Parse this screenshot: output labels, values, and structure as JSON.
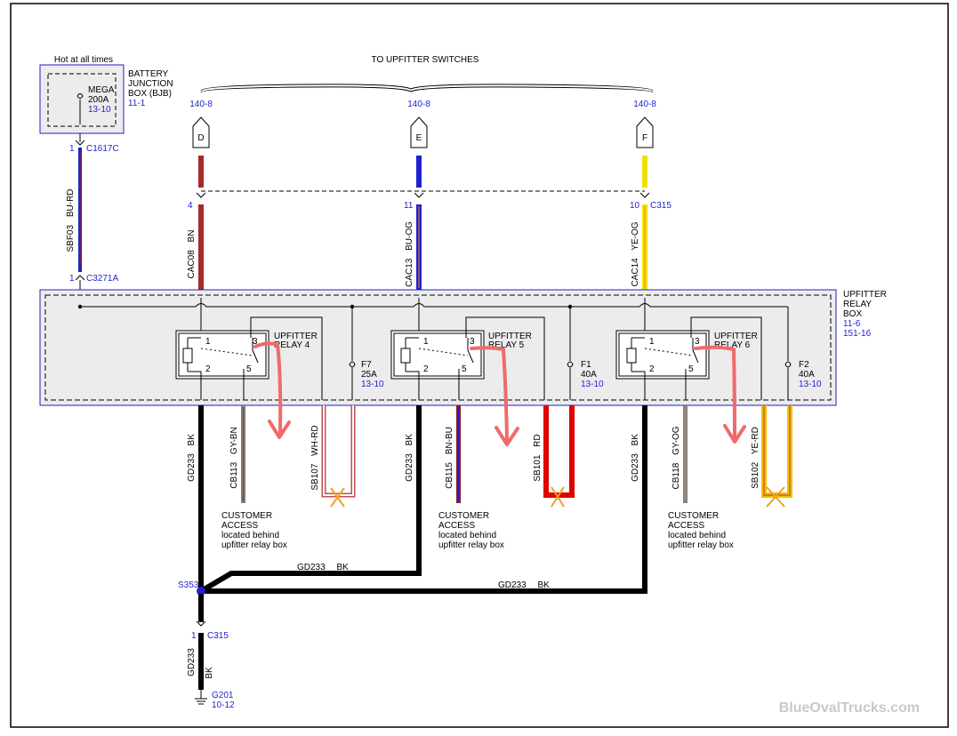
{
  "header": {
    "note": "Hot at all times",
    "switches": "TO UPFITTER SWITCHES"
  },
  "bjb": {
    "l1": "BATTERY",
    "l2": "JUNCTION",
    "l3": "BOX (BJB)",
    "ref": "11-1",
    "fuse1": "MEGA",
    "fuse2": "200A",
    "fuse_ref": "13-10"
  },
  "connectors": {
    "c1617c_pin": "1",
    "c1617c": "C1617C",
    "c3271a_pin": "1",
    "c3271a": "C3271A",
    "c315_pins": [
      "4",
      "11",
      "10"
    ],
    "c315": "C315",
    "c315_bottom_pin": "1",
    "c315_bottom": "C315",
    "splice": "S353",
    "ground": "G201",
    "ground_ref": "10-12"
  },
  "switch_refs": [
    "140-8",
    "140-8",
    "140-8"
  ],
  "switch_letters": [
    "D",
    "E",
    "F"
  ],
  "wires": {
    "sbf03": "SBF03",
    "sbf03_color": "BU-RD",
    "cac08": "CAC08",
    "cac08_color": "BN",
    "cac13": "CAC13",
    "cac13_color": "BU-OG",
    "cac14": "CAC14",
    "cac14_color": "YE-OG",
    "gd233": "GD233",
    "bk": "BK",
    "cb113": "CB113",
    "cb113_color": "GY-BN",
    "sb107": "SB107",
    "sb107_color": "WH-RD",
    "cb115": "CB115",
    "cb115_color": "BN-BU",
    "sb101": "SB101",
    "sb101_color": "RD",
    "cb118": "CB118",
    "cb118_color": "GY-OG",
    "sb102": "SB102",
    "sb102_color": "YE-RD",
    "gd233_h1": "GD233",
    "bk_h1": "BK",
    "gd233_h2": "GD233",
    "bk_h2": "BK"
  },
  "relay_box": {
    "l1": "UPFITTER",
    "l2": "RELAY",
    "l3": "BOX",
    "ref1": "11-6",
    "ref2": "151-16"
  },
  "relays": [
    {
      "l1": "UPFITTER",
      "l2": "RELAY 4"
    },
    {
      "l1": "UPFITTER",
      "l2": "RELAY 5"
    },
    {
      "l1": "UPFITTER",
      "l2": "RELAY 6"
    }
  ],
  "pins": {
    "p1": "1",
    "p2": "2",
    "p3": "3",
    "p5": "5"
  },
  "fuses": [
    {
      "name": "F7",
      "rating": "25A",
      "ref": "13-10"
    },
    {
      "name": "F1",
      "rating": "40A",
      "ref": "13-10"
    },
    {
      "name": "F2",
      "rating": "40A",
      "ref": "13-10"
    }
  ],
  "customer": {
    "l1": "CUSTOMER",
    "l2": "ACCESS",
    "l3": "located behind",
    "l4": "upfitter relay box"
  },
  "watermark": "BlueOvalTrucks.com",
  "colors": {
    "blue": "#1f1fd0",
    "brown": "#a52a2a",
    "yellow": "#f0e000",
    "red": "#e00000",
    "annotation": "#f06060",
    "cut": "#f0a020"
  }
}
